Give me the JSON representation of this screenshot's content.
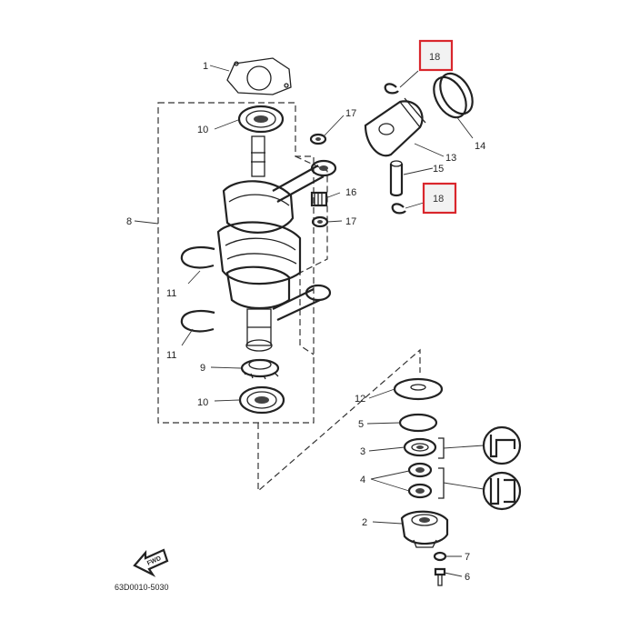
{
  "labels": {
    "p1": "1",
    "p2": "2",
    "p3": "3",
    "p4": "4",
    "p5": "5",
    "p6": "6",
    "p7": "7",
    "p8": "8",
    "p9": "9",
    "p10a": "10",
    "p10b": "10",
    "p11a": "11",
    "p11b": "11",
    "p12": "12",
    "p13": "13",
    "p14": "14",
    "p15": "15",
    "p16": "16",
    "p17a": "17",
    "p17b": "17",
    "p18a": "18",
    "p18b": "18"
  },
  "fwd": "FWD",
  "diagram_code": "63D0010-5030",
  "highlight_color": "#d9262c"
}
